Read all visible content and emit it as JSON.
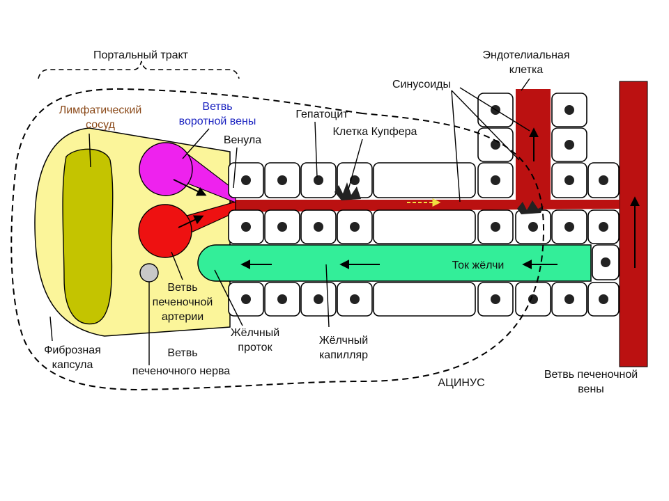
{
  "labels": {
    "portal_tract": "Портальный тракт",
    "endothelial_cell_1": "Эндотелиальная",
    "endothelial_cell_2": "клетка",
    "sinusoids": "Синусоиды",
    "lymph_vessel_1": "Лимфатический",
    "lymph_vessel_2": "сосуд",
    "portal_vein_branch_1": "Ветвь",
    "portal_vein_branch_2": "воротной вены",
    "hepatocyte": "Гепатоцит",
    "kupffer_cell": "Клетка Купфера",
    "venule": "Венула",
    "bile_flow": "Ток жёлчи",
    "hepatic_artery_branch_1": "Ветвь",
    "hepatic_artery_branch_2": "печеночной",
    "hepatic_artery_branch_3": "артерии",
    "bile_duct_1": "Жёлчный",
    "bile_duct_2": "проток",
    "bile_capillary_1": "Жёлчный",
    "bile_capillary_2": "капилляр",
    "fibrous_capsule_1": "Фиброзная",
    "fibrous_capsule_2": "капсула",
    "hepatic_nerve_branch_1": "Ветвь",
    "hepatic_nerve_branch_2": "печеночного нерва",
    "acinus": "АЦИНУС",
    "hepatic_vein_branch_1": "Ветвь печеночной",
    "hepatic_vein_branch_2": "вены"
  },
  "colors": {
    "portal_tract_fill": "#fbf59a",
    "lymph_vessel": "#c4c400",
    "portal_vein": "#ee22ee",
    "hepatic_artery": "#ee1111",
    "nerve": "#c8c8c8",
    "bile": "#33ee99",
    "hepatic_vein": "#bb1111",
    "hepatocyte": "#ffffff",
    "label_brown": "#8b4a1a",
    "label_blue": "#1a22c0"
  }
}
